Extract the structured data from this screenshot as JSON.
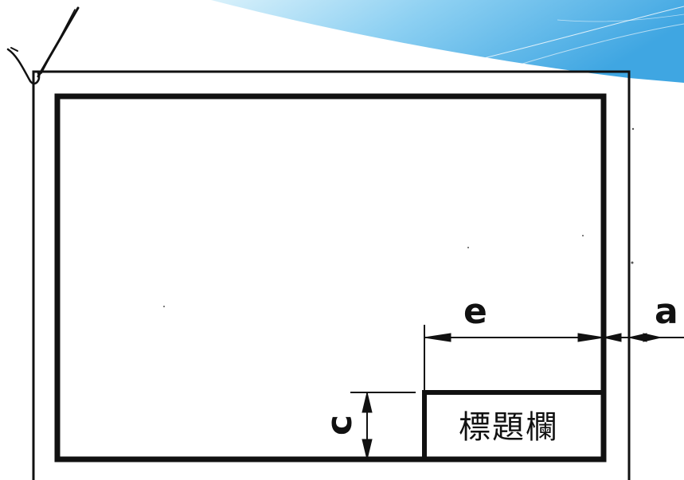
{
  "drawing": {
    "title_block_label": "標題欄",
    "dimensions": {
      "e": "e",
      "a": "a",
      "c": "c"
    }
  },
  "colors": {
    "line": "#111111",
    "paper": "#ffffff",
    "swoosh_light": "#bfe6f9",
    "swoosh_mid": "#7cc8ef",
    "swoosh_dark": "#49aee6"
  }
}
